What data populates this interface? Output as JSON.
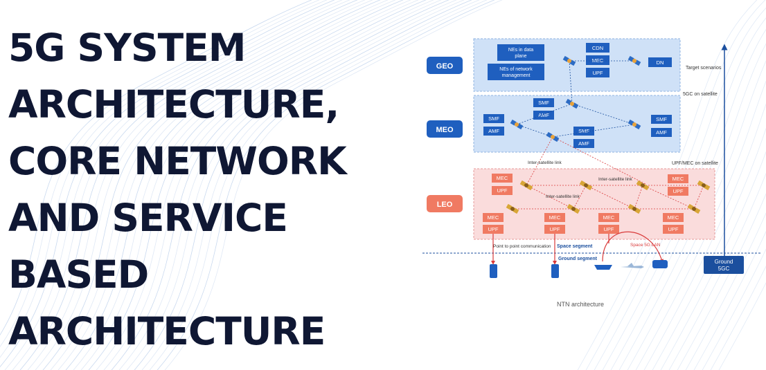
{
  "headline": {
    "lines": [
      "5G SYSTEM",
      "ARCHITECTURE,",
      "CORE NETWORK",
      "AND SERVICE",
      "BASED",
      "ARCHITECTURE"
    ]
  },
  "diagram": {
    "caption": "NTN architecture",
    "layers": {
      "geo": "GEO",
      "meo": "MEO",
      "leo": "LEO"
    },
    "geo_legend": {
      "data_plane": [
        "NEs in data",
        "plane"
      ],
      "network_mgmt": [
        "NEs of network",
        "management"
      ]
    },
    "geo_nodes": {
      "cdn": "CDN",
      "mec": "MEC",
      "upf": "UPF",
      "dn": "DN"
    },
    "meo_nodes": {
      "smf": "SMF",
      "amf": "AMF"
    },
    "leo_nodes": {
      "mec": "MEC",
      "upf": "UPF"
    },
    "labels": {
      "target_scenarios": "Target scenarios",
      "core_on_satellite": "5GC on satellite",
      "upf_mec_on_satellite": "UPF/MEC on satellite",
      "inter_satellite_link": "Inter-satellite link",
      "point_to_point": "Point to point communication",
      "space_segment": "Space segment",
      "ground_segment": "Ground segment",
      "space_5g_lan": "Space 5G LAN"
    },
    "ground_core": [
      "Ground",
      "5GC"
    ],
    "colors": {
      "blue": "#1f5fbf",
      "dark_blue": "#1b4f9e",
      "salmon": "#f07a62",
      "red": "#d93a3a",
      "band_blue": "#cfe1f7",
      "band_pink": "#fadcdc"
    }
  }
}
